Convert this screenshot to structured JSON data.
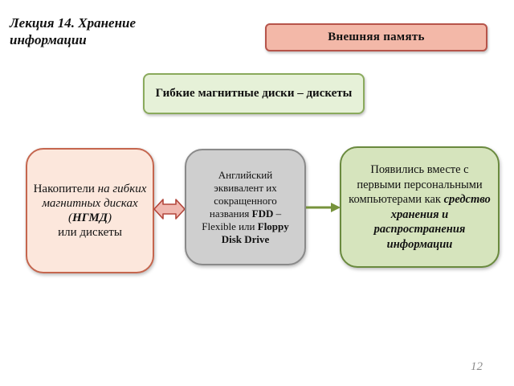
{
  "slide": {
    "lecture_title": "Лекция 14. Хранение информации",
    "header_label": "Внешняя  память",
    "subtopic_label": "Гибкие магнитные диски – дискеты",
    "page_number": "12"
  },
  "nodes": {
    "left": {
      "part1": "Накопители ",
      "part2": "на гибких магнитных дисках (",
      "part3": "НГМД",
      "part4": ")",
      "part5": "или дискеты"
    },
    "middle": {
      "part1": "Английский эквивалент их сокращенного названия ",
      "part2": "FDD",
      "part3": " – Flexible или ",
      "part4": "Floppy Disk Drive"
    },
    "right": {
      "part1": "Появились вместе с первыми персональными компьютерами как ",
      "part2": "средство хранения и распространения информации"
    }
  },
  "colors": {
    "header_fill": "#f3b8a8",
    "subtopic_fill": "#e6f1d8",
    "left_fill": "#fce7dc",
    "middle_fill": "#cfcfcf",
    "right_fill": "#d6e4bd",
    "double_arrow_fill": "#f0b8b0",
    "arrow_green": "#77933c"
  }
}
